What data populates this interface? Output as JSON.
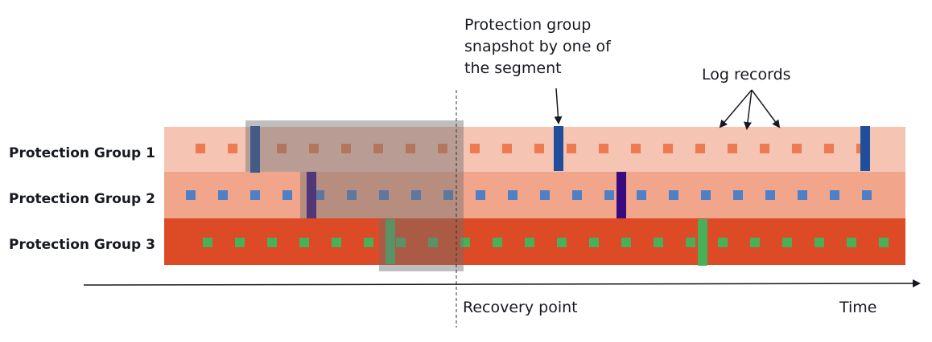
{
  "annotation": {
    "snapshot_lines": [
      "Protection group",
      "snapshot by one of",
      "the segment"
    ],
    "log_records": "Log records"
  },
  "axis": {
    "recovery_point": "Recovery point",
    "time": "Time"
  },
  "colors": {
    "band_1": "#f6c4b2",
    "band_2": "#f1a68b",
    "band_3": "#dd4a26",
    "record_1": "#ed7a50",
    "record_2": "#4f7fc4",
    "record_3": "#49b05a",
    "snapshot_1": "#1f4e9c",
    "snapshot_2": "#3a0a80",
    "snapshot_3": "#49b05a",
    "overlay": "#6f6f6f",
    "text": "#16191f"
  },
  "groups": [
    {
      "label": "Protection Group 1",
      "snapshot_count": 3,
      "record_count": 21
    },
    {
      "label": "Protection Group 2",
      "snapshot_count": 2,
      "record_count": 22
    },
    {
      "label": "Protection Group 3",
      "snapshot_count": 2,
      "record_count": 22
    }
  ]
}
